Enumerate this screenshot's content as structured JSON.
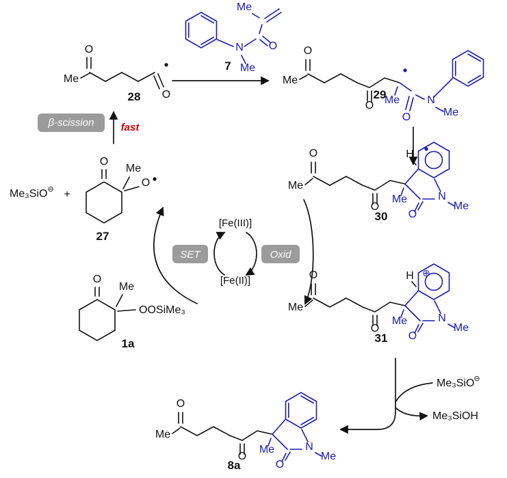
{
  "colors": {
    "structure_black": "#111111",
    "highlight_blue": "#1a1ab4",
    "fast_red": "#d40000",
    "step_box_gray": "#9b9b9b",
    "box_text_white": "#ffffff",
    "background": "#ffffff"
  },
  "labels": {
    "me": "Me",
    "o": "O",
    "n": "N",
    "h": "H",
    "plus": "+",
    "radical": "•",
    "cation": "⊕",
    "anion": "⊖",
    "me3sio": "Me₃SiO",
    "me3sioh": "Me₃SiOH",
    "oosime3": "OOSiMe₃",
    "fe_iii": "[Fe(III)]",
    "fe_ii": "[Fe(II)]",
    "beta_scission": "β-scission",
    "fast": "fast",
    "set": "SET",
    "oxid": "Oxid"
  },
  "compounds": {
    "c28": "28",
    "c7": "7",
    "c29": "29",
    "c30": "30",
    "c27": "27",
    "c1a": "1a",
    "c31": "31",
    "c8a": "8a"
  }
}
